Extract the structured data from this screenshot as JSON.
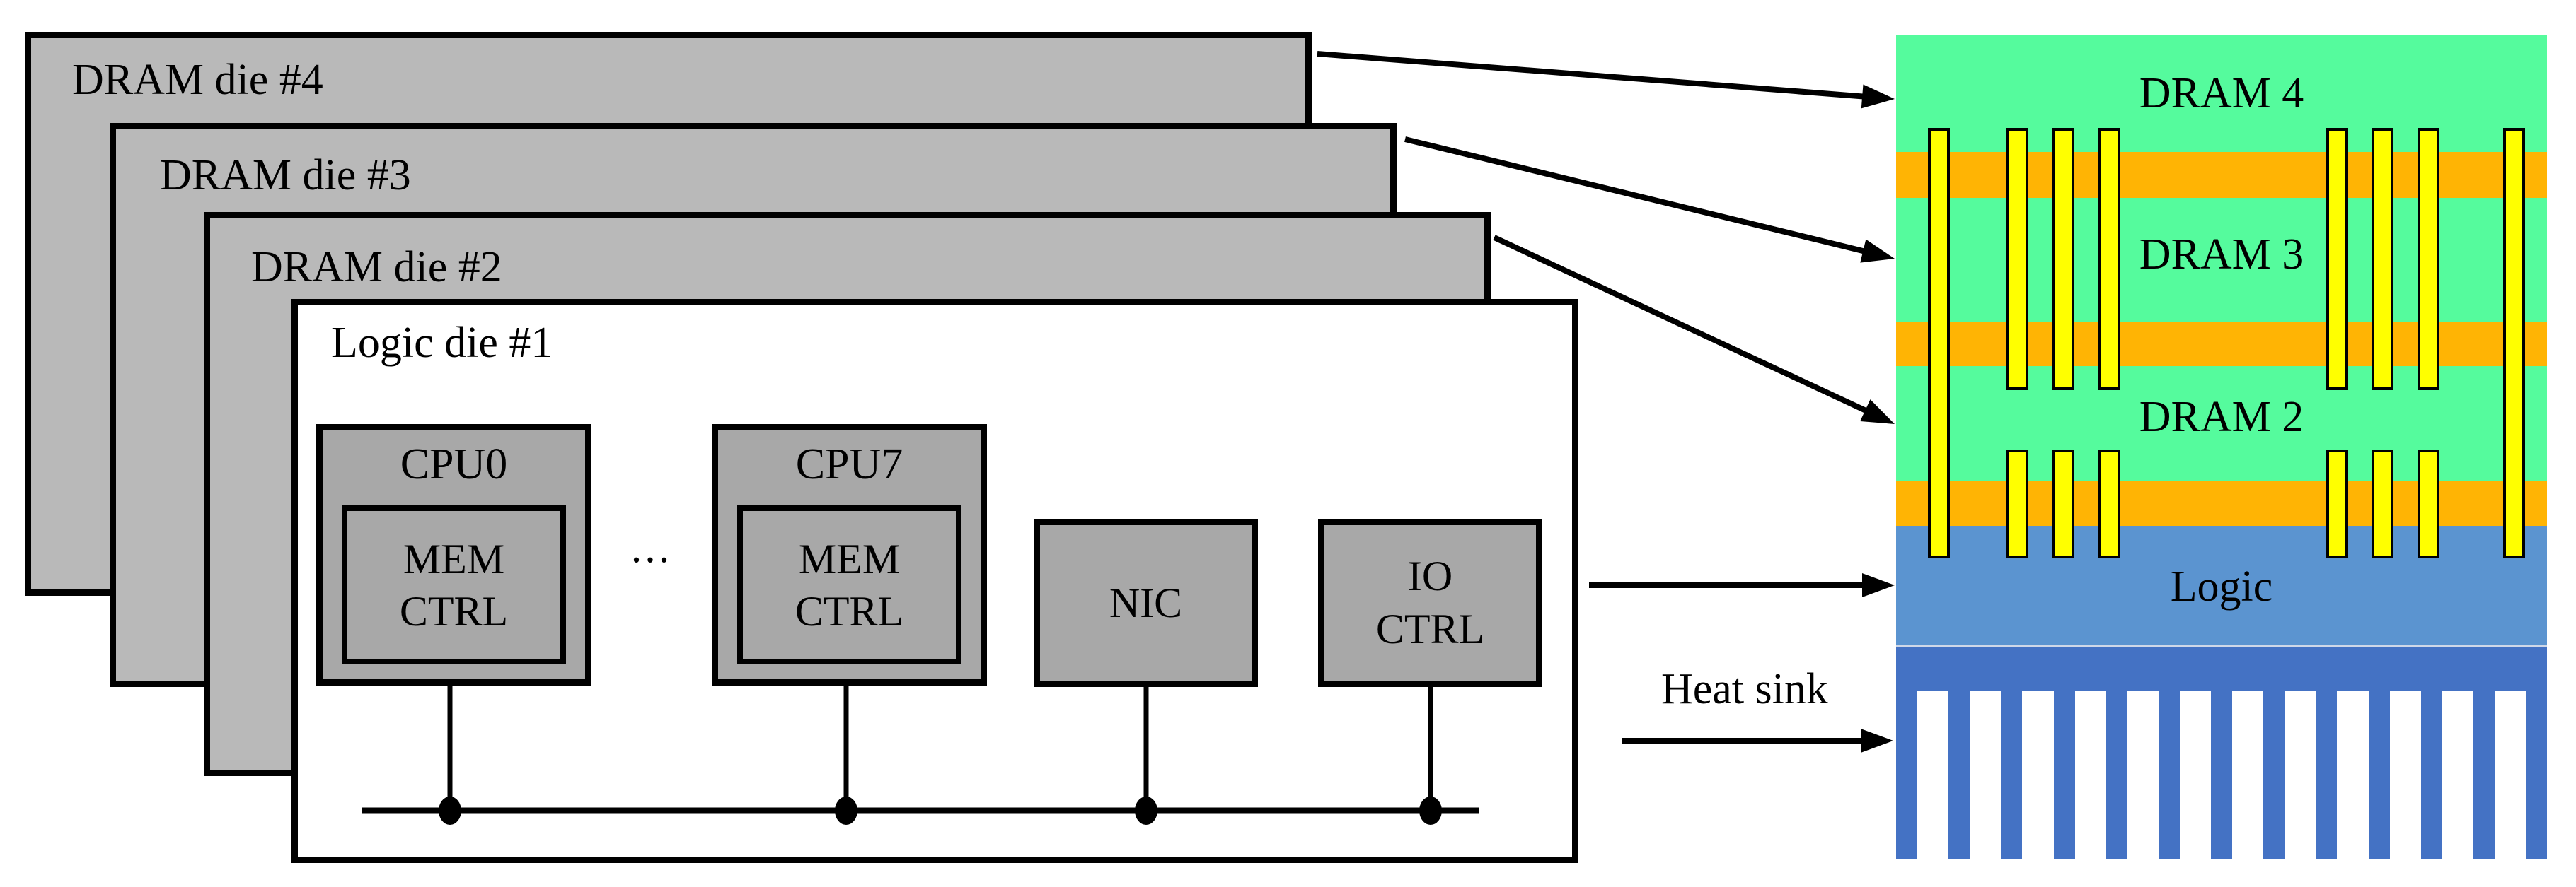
{
  "diagram": {
    "title_hint": "3D-stacked processor + DRAM figure",
    "stack": {
      "dies": [
        {
          "label": "DRAM die #4"
        },
        {
          "label": "DRAM die #3"
        },
        {
          "label": "DRAM die #2"
        },
        {
          "label": "Logic die #1"
        }
      ],
      "cpu0_label": "CPU0",
      "cpu7_label": "CPU7",
      "mem_line1": "MEM",
      "mem_line2": "CTRL",
      "ellipsis": "...",
      "nic_label": "NIC",
      "io_line1": "IO",
      "io_line2": "CTRL"
    },
    "cross_section": {
      "dram4_label": "DRAM 4",
      "dram3_label": "DRAM 3",
      "dram2_label": "DRAM 2",
      "logic_label": "Logic",
      "heat_sink_label": "Heat sink",
      "fin_count": 13,
      "tsv_long_x": [
        45,
        858
      ],
      "tsv_group_x": [
        156,
        221,
        286,
        608,
        672,
        737
      ]
    },
    "connections": [
      {
        "from": "DRAM die #4",
        "to": "DRAM 4"
      },
      {
        "from": "DRAM die #3",
        "to": "DRAM 3"
      },
      {
        "from": "DRAM die #2",
        "to": "DRAM 2"
      },
      {
        "from": "Logic die #1",
        "to": "Logic"
      },
      {
        "from": "Heat sink",
        "to": "heat-sink fins"
      }
    ],
    "colors": {
      "die_gray": "#b9b9b9",
      "box_gray": "#a8a8a8",
      "dram_green": "#55fb9d",
      "bond_orange": "#ffb404",
      "tsv_yellow": "#ffff00",
      "logic_blue": "#5b94d0",
      "heatsink_blue": "#4472c4",
      "line_black": "#000000"
    }
  }
}
